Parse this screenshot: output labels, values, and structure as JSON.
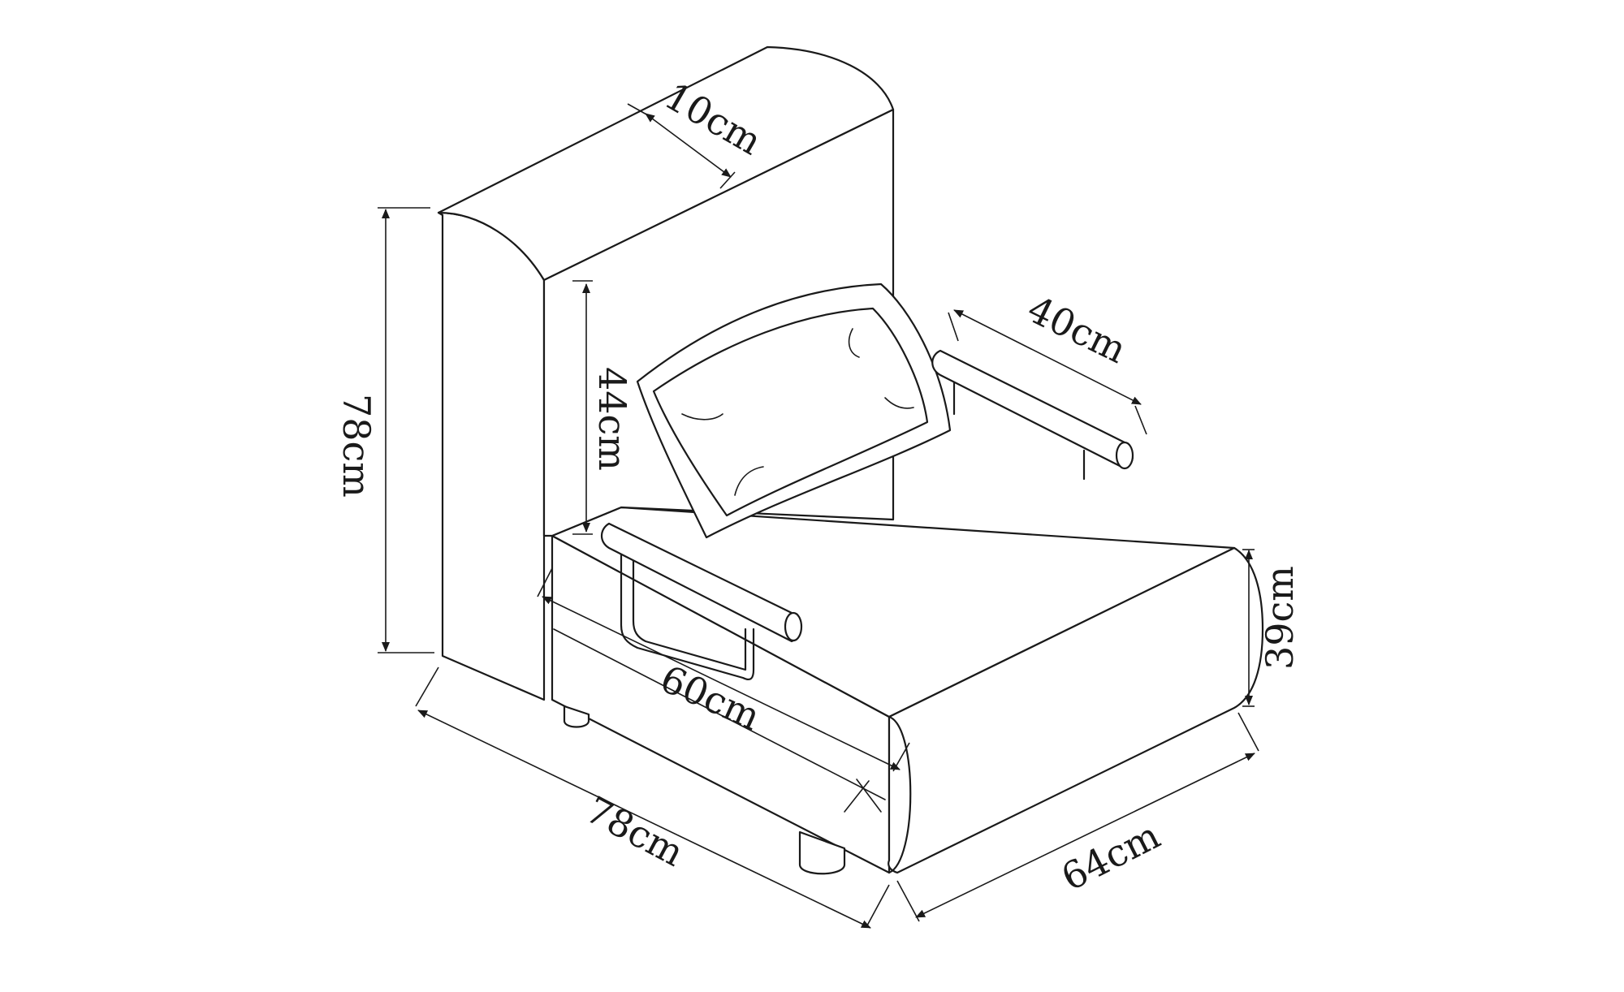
{
  "dimensions": {
    "backrest_thickness": "10cm",
    "total_height": "78cm",
    "backrest_inner_height": "44cm",
    "armrest_length": "40cm",
    "seat_height": "39cm",
    "seat_depth": "60cm",
    "total_depth": "78cm",
    "total_width": "64cm"
  },
  "colors": {
    "line": "#1a1a1a",
    "background": "#ffffff"
  }
}
